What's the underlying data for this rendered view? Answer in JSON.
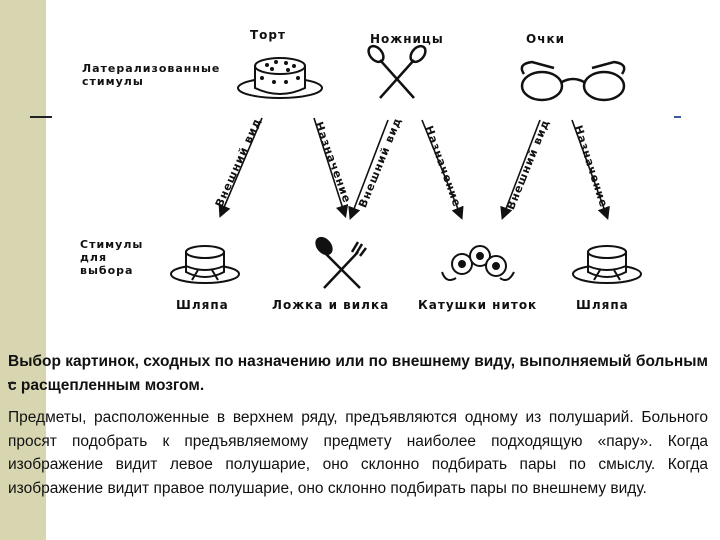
{
  "figure": {
    "top_labels": {
      "cake": "Торт",
      "scissors": "Ножницы",
      "glasses": "Очки"
    },
    "lateralized_label": "Латерализованные стимулы",
    "choice_label": "Стимулы для выбора",
    "arrow_labels": {
      "a1": "Внешний вид",
      "a2": "Назначение",
      "a3": "Внешний вид",
      "a4": "Назначение",
      "a5": "Внешний вид",
      "a6": "Назначение"
    },
    "bottom_labels": {
      "hat1": "Шляпа",
      "spoonfork": "Ложка и вилка",
      "spools": "Катушки ниток",
      "hat2": "Шляпа"
    }
  },
  "caption": "Выбор картинок, сходных по назначению или по внешнему виду, выполняемый больным с расщепленным мозгом.",
  "body": "Предметы, расположенные в верхнем ряду, предъявляются одному из полушарий. Больного просят подобрать к предъявляемому предмету наиболее подходящую «пару». Когда изображение видит левое полушарие, оно склонно подбирать пары по смыслу. Когда изображение видит правое полушарие, оно склонно подбирать пары по внешнему виду."
}
